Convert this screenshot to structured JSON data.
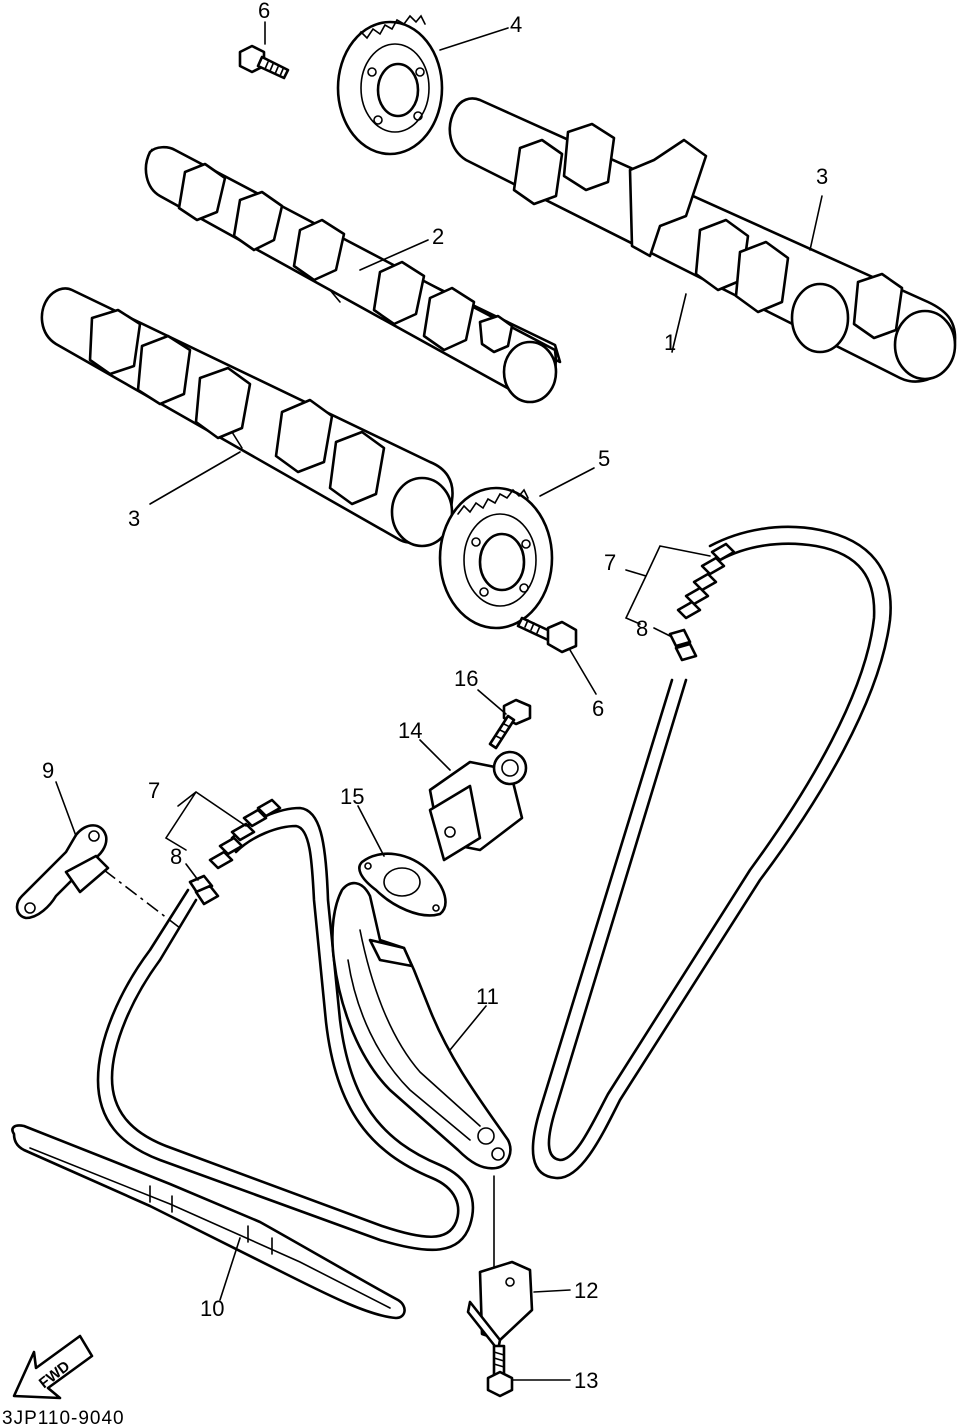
{
  "diagram_code": "3JP110-9040",
  "fwd_label": "FWD",
  "callouts": [
    {
      "id": "c-6-top",
      "label": "6"
    },
    {
      "id": "c-4",
      "label": "4"
    },
    {
      "id": "c-3-right",
      "label": "3"
    },
    {
      "id": "c-2",
      "label": "2"
    },
    {
      "id": "c-1",
      "label": "1"
    },
    {
      "id": "c-3-left",
      "label": "3"
    },
    {
      "id": "c-5",
      "label": "5"
    },
    {
      "id": "c-7-right",
      "label": "7"
    },
    {
      "id": "c-8-right",
      "label": "8"
    },
    {
      "id": "c-6-bottom",
      "label": "6"
    },
    {
      "id": "c-16",
      "label": "16"
    },
    {
      "id": "c-14",
      "label": "14"
    },
    {
      "id": "c-15",
      "label": "15"
    },
    {
      "id": "c-9",
      "label": "9"
    },
    {
      "id": "c-7-left",
      "label": "7"
    },
    {
      "id": "c-8-left",
      "label": "8"
    },
    {
      "id": "c-11",
      "label": "11"
    },
    {
      "id": "c-10",
      "label": "10"
    },
    {
      "id": "c-12",
      "label": "12"
    },
    {
      "id": "c-13",
      "label": "13"
    }
  ]
}
